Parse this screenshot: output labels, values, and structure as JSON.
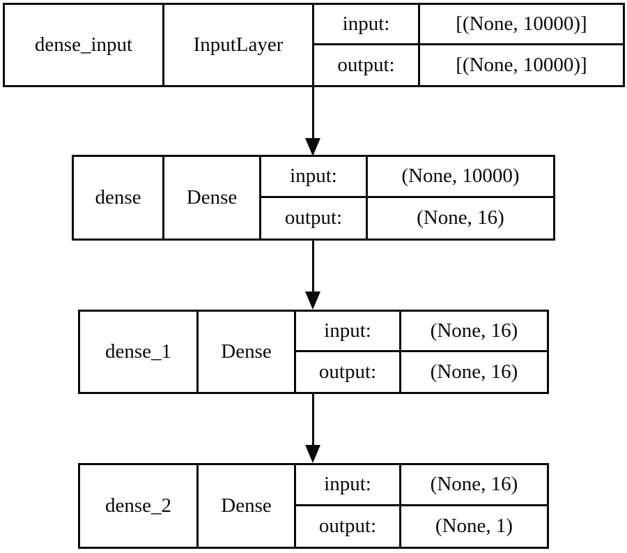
{
  "diagram_type": "keras-model-architecture",
  "colors": {
    "border": "#0a0a0a",
    "text": "#0a0a0a",
    "background": "#ffffff"
  },
  "nodes": [
    {
      "name": "dense_input",
      "type": "InputLayer",
      "input_label": "input:",
      "input_value": "[(None, 10000)]",
      "output_label": "output:",
      "output_value": "[(None, 10000)]"
    },
    {
      "name": "dense",
      "type": "Dense",
      "input_label": "input:",
      "input_value": "(None, 10000)",
      "output_label": "output:",
      "output_value": "(None, 16)"
    },
    {
      "name": "dense_1",
      "type": "Dense",
      "input_label": "input:",
      "input_value": "(None, 16)",
      "output_label": "output:",
      "output_value": "(None, 16)"
    },
    {
      "name": "dense_2",
      "type": "Dense",
      "input_label": "input:",
      "input_value": "(None, 16)",
      "output_label": "output:",
      "output_value": "(None, 1)"
    }
  ],
  "edges": [
    {
      "from": "dense_input",
      "to": "dense"
    },
    {
      "from": "dense",
      "to": "dense_1"
    },
    {
      "from": "dense_1",
      "to": "dense_2"
    }
  ]
}
